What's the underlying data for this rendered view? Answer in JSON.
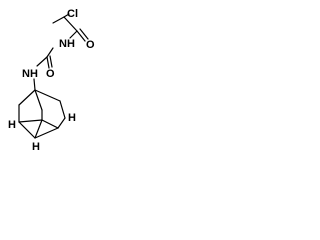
{
  "molecule": {
    "atoms": {
      "chlorine": "Cl",
      "amide_nh_upper": "NH",
      "amide_nh_lower": "NH",
      "carbonyl_oxygen_upper": "O",
      "carbonyl_oxygen_lower": "O",
      "stereo_h_left": "H",
      "stereo_h_right": "H",
      "stereo_h_bottom": "H"
    }
  }
}
